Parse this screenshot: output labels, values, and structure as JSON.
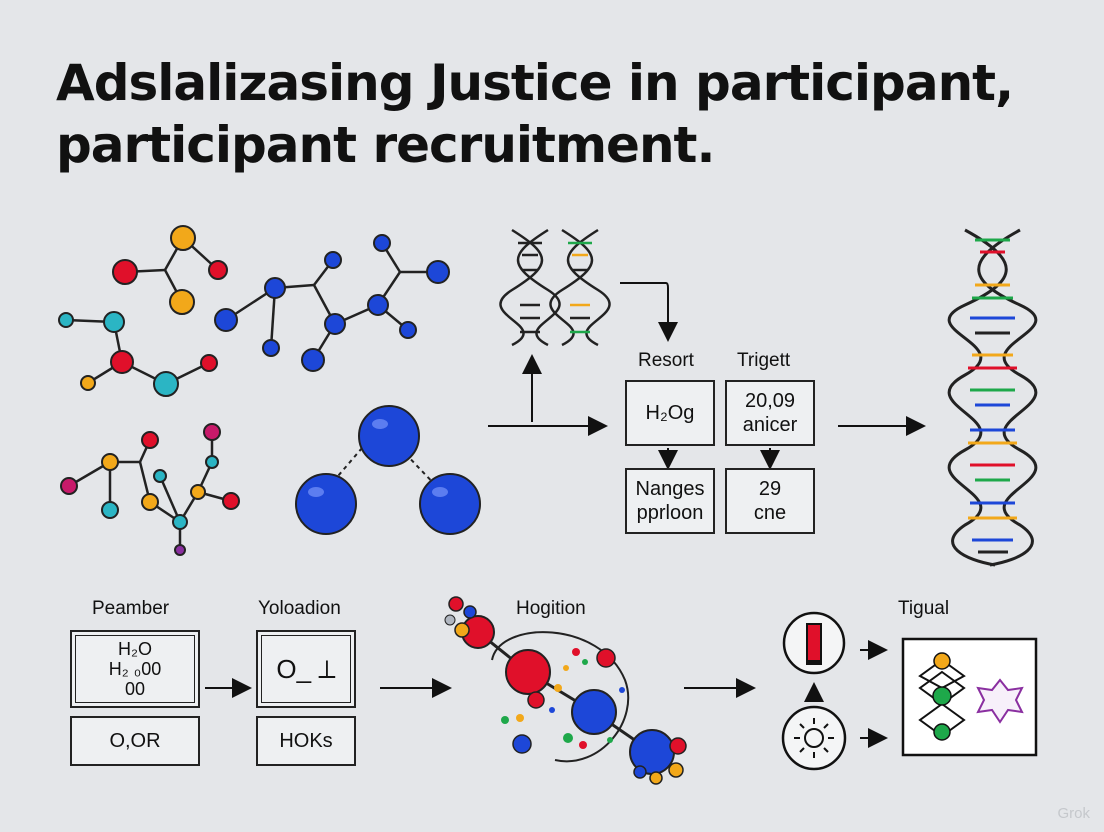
{
  "title": {
    "line1": "Adslalizasing Justice in participant,",
    "line2_prefix": "participant ",
    "line2_bold": "recruitment."
  },
  "flow_top": {
    "label_resort": "Resort",
    "label_trigett": "Trigett",
    "box_h2og": "H₂Og",
    "box_2009": "20,09\nanicer",
    "box_nanges": "Nanges\npprloon",
    "box_29": "29\ncne"
  },
  "flow_bottom": {
    "label_peamber": "Peamber",
    "label_yoloadion": "Yoloadion",
    "label_hogition": "Hogition",
    "label_tigual": "Tigual",
    "box_peamber_top": "H₂O\nH₂  ₀00\n  00",
    "box_peamber_bottom": "O,OR",
    "box_yolo_top": "O_ ⟂",
    "box_yolo_bottom": "HOKs"
  },
  "watermark": "Grok",
  "colors": {
    "red": "#e0102a",
    "orange": "#f2a81a",
    "blue": "#1d47d8",
    "teal": "#2bb5c4",
    "green": "#1ea84a",
    "magenta": "#c81a6a",
    "purple": "#8a2fa0"
  }
}
